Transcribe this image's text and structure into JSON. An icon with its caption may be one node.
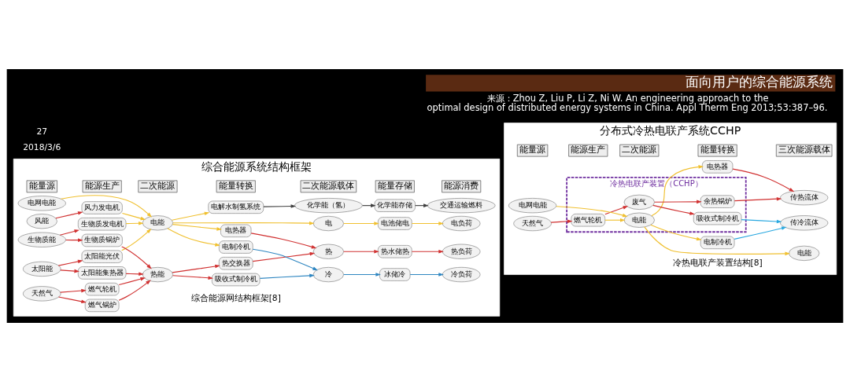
{
  "diagram": {
    "title": "面向用户的综合能源系统",
    "caption": "来源：Zhou Z, Liu P, Li Z, Ni W. An engineering approach to the optimal design of distributed energy systems in China. Appl Therm Eng 2013;53:387–96.",
    "nodes": [
      {
        "text": [
          "综合能源系统结构框架"
        ]
      },
      {
        "text": [
          "能量源"
        ],
        "in": 0
      },
      {
        "text": [
          "能源生产"
        ],
        "in": 0
      },
      {
        "text": [
          "二次能源"
        ],
        "in": 0
      },
      {
        "text": [
          "能量转换"
        ],
        "in": 0
      },
      {
        "text": [
          "二次能源载体"
        ],
        "in": 0
      },
      {
        "text": [
          "能量存储"
        ],
        "in": 0
      },
      {
        "text": [
          "能源消费"
        ],
        "in": 0
      },
      {
        "text": [
          "电网电能"
        ],
        "in": 0
      },
      {
        "text": [
          "天然气"
        ],
        "in": 0
      },
      {
        "text": [
          "风能"
        ],
        "in": 0
      },
      {
        "text": [
          "太阳能"
        ],
        "in": 0
      },
      {
        "text": [
          "生物质能"
        ],
        "in": 0
      },
      {
        "text": [
          "燃气轮机"
        ],
        "in": 0
      },
      {
        "text": [
          "燃气锅炉"
        ],
        "in": 0
      },
      {
        "text": [
          "风力发电机"
        ],
        "in": 0
      },
      {
        "text": [
          "太阳能光伏"
        ],
        "in": 0
      },
      {
        "text": [
          "太阳能集热器"
        ],
        "in": 0
      },
      {
        "text": [
          "生物质锅炉"
        ],
        "in": 0
      },
      {
        "text": [
          "生物质发电机"
        ],
        "in": 0
      },
      {
        "text": [
          "热能"
        ],
        "in": 0
      },
      {
        "text": [
          "电能"
        ],
        "in": 0
      },
      {
        "text": [
          "热交换器"
        ],
        "in": 0
      },
      {
        "text": [
          "吸收式制冷机"
        ],
        "in": 0
      },
      {
        "text": [
          "电热器"
        ],
        "in": 0
      },
      {
        "text": [
          "电制冷机"
        ],
        "in": 0
      },
      {
        "text": [
          "电解水制氢系统"
        ],
        "in": 0
      },
      {
        "text": [
          "冷"
        ],
        "in": 0
      },
      {
        "text": [
          "热"
        ],
        "in": 0
      },
      {
        "text": [
          "电"
        ],
        "in": 0
      },
      {
        "text": [
          "化学能（氢）"
        ],
        "in": 0
      },
      {
        "text": [
          "冰储冷"
        ],
        "in": 0
      },
      {
        "text": [
          "热水储热"
        ],
        "in": 0
      },
      {
        "text": [
          "电池储电"
        ],
        "in": 0
      },
      {
        "text": [
          "化学能存储"
        ],
        "in": 0
      },
      {
        "text": [
          "冷负荷"
        ],
        "in": 0
      },
      {
        "text": [
          "热负荷"
        ],
        "in": 0
      },
      {
        "text": [
          "电负荷"
        ],
        "in": 0
      },
      {
        "text": [
          "交通运输燃料"
        ],
        "in": 0
      },
      {
        "text": [
          "分布式冷热电联产系统CCHP"
        ]
      },
      {
        "text": [
          "能量源"
        ],
        "in": 39
      },
      {
        "text": [
          "能源生产"
        ],
        "in": 39
      },
      {
        "text": [
          "二次能源"
        ],
        "in": 39
      },
      {
        "text": [
          "能量转换"
        ],
        "in": 39
      },
      {
        "text": [
          "三次能源载体"
        ],
        "in": 39
      },
      {
        "text": [
          "冷热电联产装置（CCHP）"
        ],
        "in": 39
      },
      {
        "text": [
          "电网电能"
        ],
        "in": 39
      },
      {
        "text": [
          "天然气"
        ],
        "in": 39
      },
      {
        "text": [
          "燃气轮机"
        ],
        "in": 45
      },
      {
        "text": [
          "电能"
        ],
        "in": 45
      },
      {
        "text": [
          "废气"
        ],
        "in": 45
      },
      {
        "text": [
          "余热锅炉"
        ],
        "in": 45
      },
      {
        "text": [
          "吸收式制冷机"
        ],
        "in": 45
      },
      {
        "text": [
          "电热器"
        ],
        "in": 39
      },
      {
        "text": [
          "电制冷机"
        ],
        "in": 39
      },
      {
        "text": [
          "电能"
        ],
        "in": 39
      },
      {
        "text": [
          "传热流体"
        ],
        "in": 39
      },
      {
        "text": [
          "传冷流体"
        ],
        "in": 39
      }
    ],
    "edges": [
      {
        "from": 9,
        "to": 13,
        "arrow": "to"
      },
      {
        "from": 9,
        "to": 14,
        "arrow": "to"
      },
      {
        "from": 10,
        "to": 15,
        "arrow": "to"
      },
      {
        "from": 11,
        "to": 16,
        "arrow": "to"
      },
      {
        "from": 11,
        "to": 17,
        "arrow": "to"
      },
      {
        "from": 12,
        "to": 18,
        "arrow": "to"
      },
      {
        "from": 12,
        "to": 19,
        "arrow": "to"
      },
      {
        "from": 8,
        "to": 21,
        "arrow": "to",
        "color": "#f0c030"
      },
      {
        "from": 13,
        "to": 20,
        "arrow": "to"
      },
      {
        "from": 14,
        "to": 20,
        "arrow": "to"
      },
      {
        "from": 17,
        "to": 20,
        "arrow": "to"
      },
      {
        "from": 18,
        "to": 20,
        "arrow": "to"
      },
      {
        "from": 15,
        "to": 21,
        "arrow": "to",
        "color": "#f0c030"
      },
      {
        "from": 16,
        "to": 21,
        "arrow": "to",
        "color": "#f0c030"
      },
      {
        "from": 19,
        "to": 21,
        "arrow": "to",
        "color": "#f0c030"
      },
      {
        "from": 20,
        "to": 22,
        "arrow": "to"
      },
      {
        "from": 20,
        "to": 23,
        "arrow": "to"
      },
      {
        "from": 21,
        "to": 24,
        "arrow": "to",
        "color": "#f0c030"
      },
      {
        "from": 21,
        "to": 29,
        "arrow": "to",
        "color": "#f0c030"
      },
      {
        "from": 21,
        "to": 25,
        "arrow": "to",
        "color": "#f0c030"
      },
      {
        "from": 21,
        "to": 26,
        "arrow": "to",
        "color": "#f0c030"
      },
      {
        "from": 22,
        "to": 28,
        "arrow": "to"
      },
      {
        "from": 24,
        "to": 28,
        "arrow": "to"
      },
      {
        "from": 23,
        "to": 27,
        "arrow": "to",
        "color": "#2e86c1"
      },
      {
        "from": 25,
        "to": 27,
        "arrow": "to",
        "color": "#2e86c1"
      },
      {
        "from": 26,
        "to": 30,
        "arrow": "to",
        "color": "#404040"
      },
      {
        "from": 27,
        "to": 31,
        "arrow": "to",
        "color": "#2e86c1"
      },
      {
        "from": 28,
        "to": 32,
        "arrow": "to"
      },
      {
        "from": 29,
        "to": 33,
        "arrow": "to",
        "color": "#f0c030"
      },
      {
        "from": 30,
        "to": 34,
        "arrow": "to",
        "color": "#404040"
      },
      {
        "from": 31,
        "to": 35,
        "arrow": "to",
        "color": "#2e86c1"
      },
      {
        "from": 32,
        "to": 36,
        "arrow": "to"
      },
      {
        "from": 33,
        "to": 37,
        "arrow": "to",
        "color": "#f0c030"
      },
      {
        "from": 34,
        "to": 38,
        "arrow": "to",
        "color": "#404040"
      },
      {
        "from": 46,
        "to": 49,
        "arrow": "to",
        "color": "#f0c030"
      },
      {
        "from": 47,
        "to": 48,
        "arrow": "to"
      },
      {
        "from": 48,
        "to": 49,
        "arrow": "to",
        "color": "#f0c030"
      },
      {
        "from": 48,
        "to": 50,
        "arrow": "to"
      },
      {
        "from": 50,
        "to": 51,
        "arrow": "to"
      },
      {
        "from": 50,
        "to": 52,
        "arrow": "to"
      },
      {
        "from": 49,
        "to": 55,
        "arrow": "to",
        "color": "#f0c030"
      },
      {
        "from": 49,
        "to": 53,
        "arrow": "to",
        "color": "#f0c030"
      },
      {
        "from": 49,
        "to": 54,
        "arrow": "to",
        "color": "#f0c030"
      },
      {
        "from": 51,
        "to": 56,
        "arrow": "to"
      },
      {
        "from": 53,
        "to": 56,
        "arrow": "to"
      },
      {
        "from": 52,
        "to": 57,
        "arrow": "to",
        "color": "#29a8e0"
      },
      {
        "from": 54,
        "to": 57,
        "arrow": "to",
        "color": "#29a8e0"
      }
    ],
    "labels": [
      "综合能源网结构框架[8]",
      "冷热电联产装置结构[8]",
      "2018/3/6",
      "27"
    ]
  }
}
